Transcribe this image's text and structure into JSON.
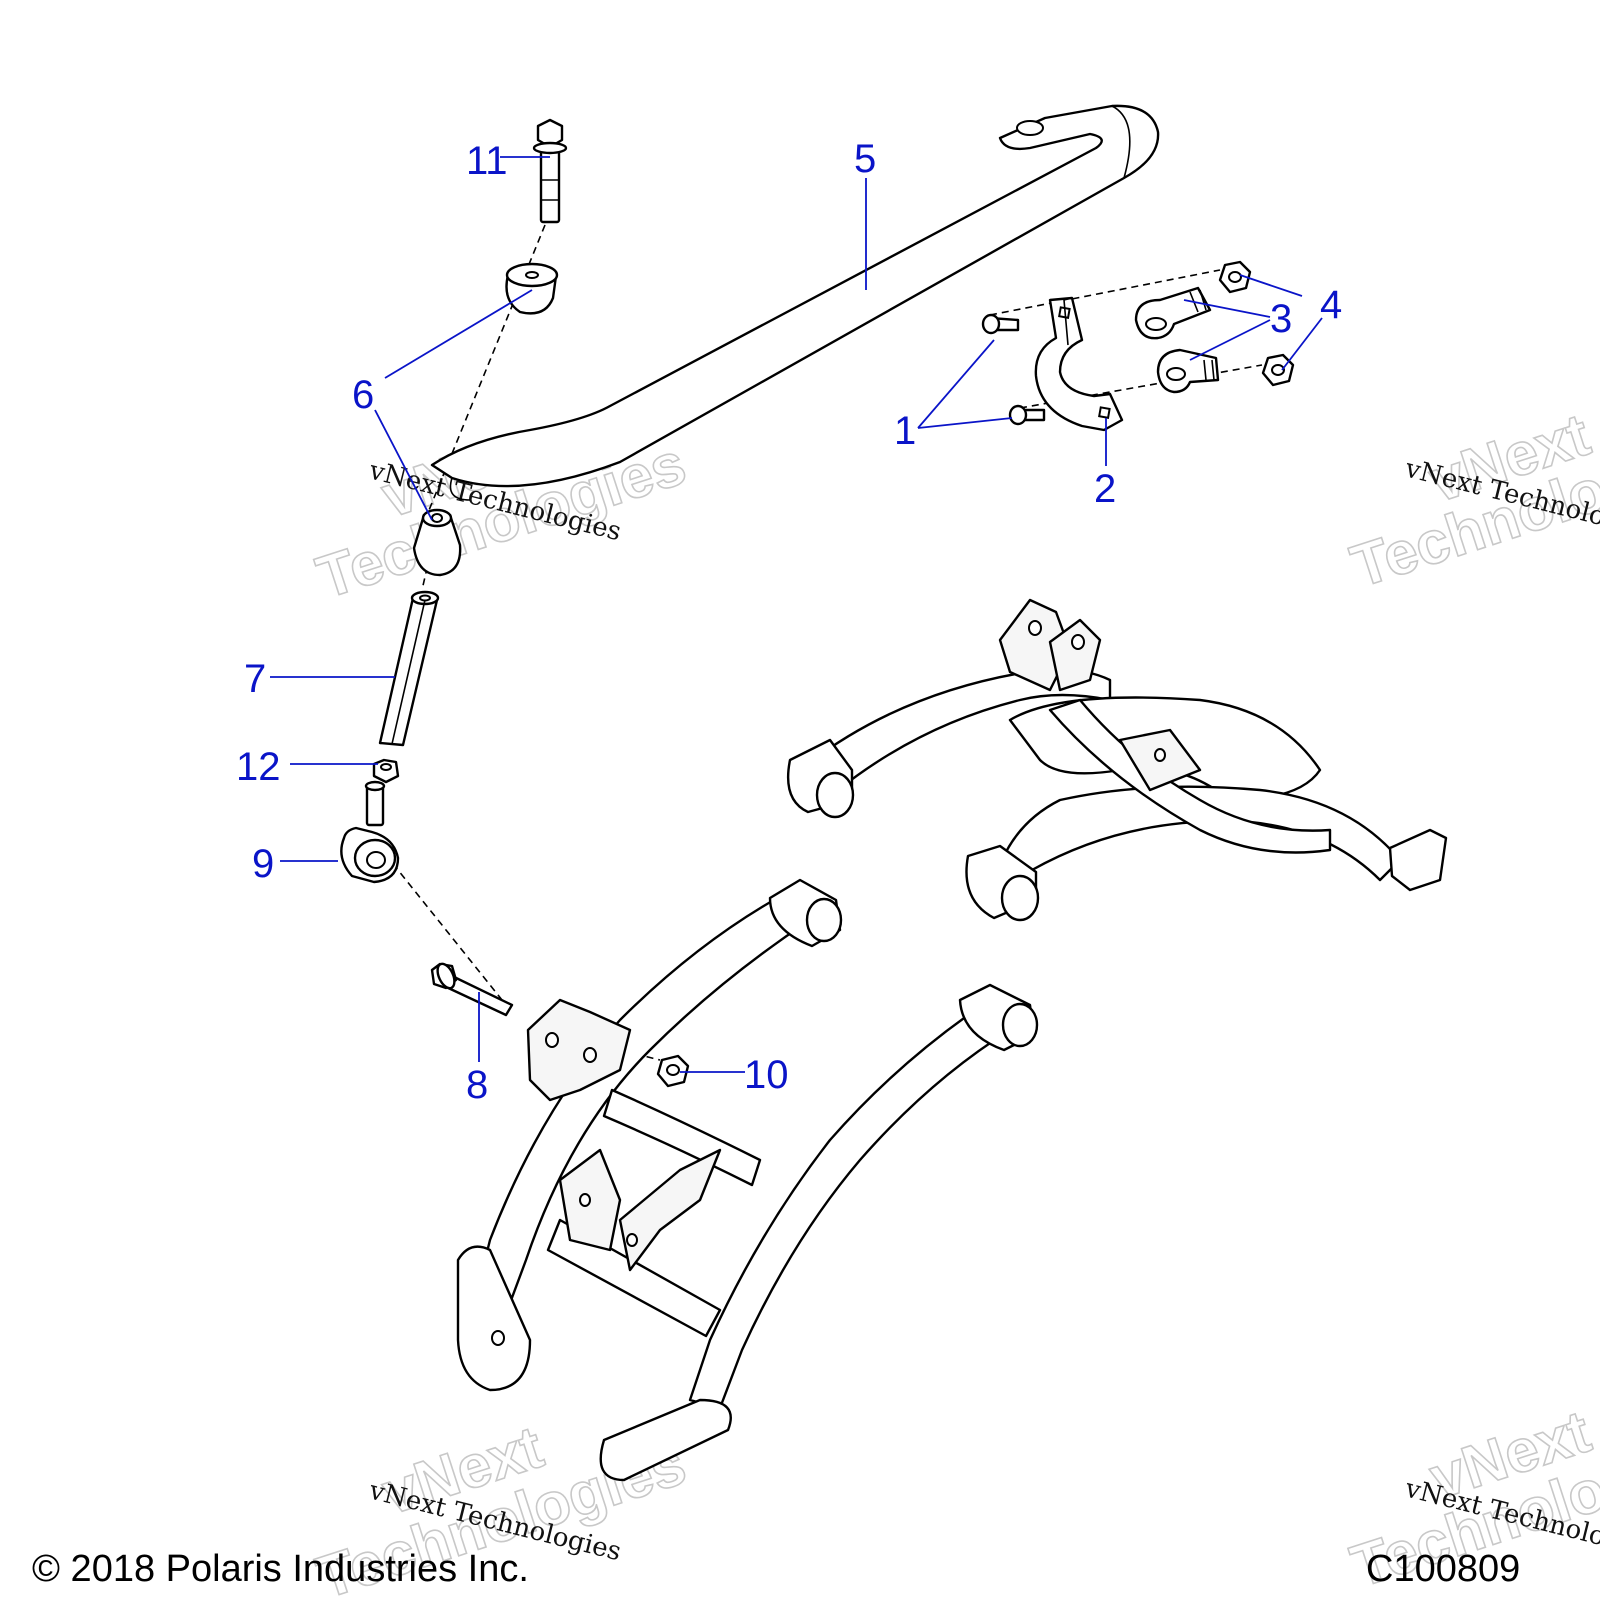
{
  "callouts": [
    {
      "id": "1",
      "part": "screw"
    },
    {
      "id": "2",
      "part": "bracket"
    },
    {
      "id": "3",
      "part": "bushing"
    },
    {
      "id": "4",
      "part": "nut"
    },
    {
      "id": "5",
      "part": "stabilizer-bar"
    },
    {
      "id": "6",
      "part": "bushing"
    },
    {
      "id": "7",
      "part": "spacer"
    },
    {
      "id": "8",
      "part": "bolt"
    },
    {
      "id": "9",
      "part": "linkage-end"
    },
    {
      "id": "10",
      "part": "nut"
    },
    {
      "id": "11",
      "part": "bolt"
    },
    {
      "id": "12",
      "part": "nut"
    }
  ],
  "watermark": {
    "company": "vNext Technologies",
    "word1": "vNext",
    "word2": "Technologies"
  },
  "footer": {
    "copyright": "© 2018 Polaris Industries Inc.",
    "figure_id": "C100809"
  },
  "colors": {
    "callout": "#0a14c8",
    "line": "#000000",
    "watermark_outline": "#c8c8c8"
  }
}
